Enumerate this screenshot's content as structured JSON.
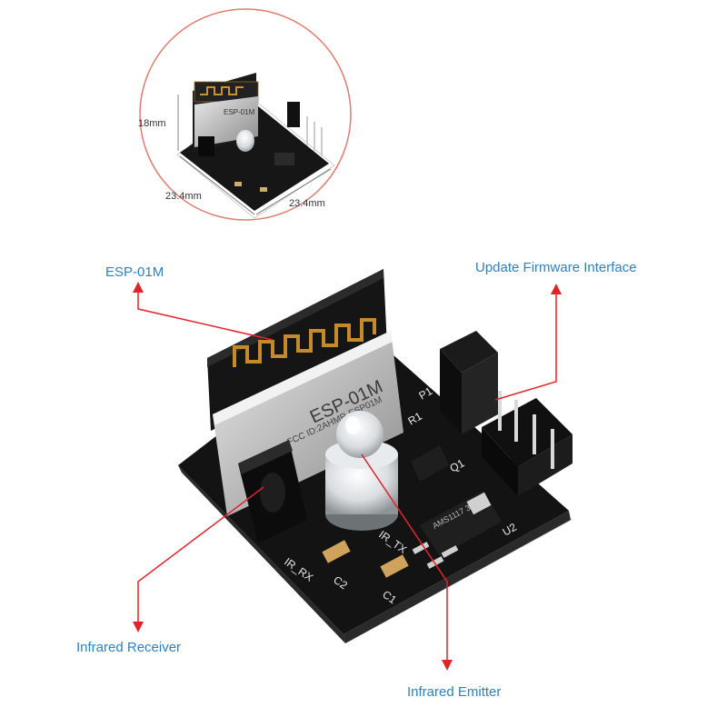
{
  "inset": {
    "dimensions": {
      "height": "18mm",
      "width_left": "23.4mm",
      "width_right": "23.4mm"
    }
  },
  "callouts": {
    "esp": "ESP-01M",
    "firmware": "Update Firmware Interface",
    "receiver": "Infrared Receiver",
    "emitter": "Infrared Emitter"
  },
  "board": {
    "module_title": "ESP-01M",
    "module_id": "FCC ID:2AHMR-ESP01M",
    "regulator": "AMS1117 3.3",
    "silkscreen": {
      "ir_rx": "IR_RX",
      "ir_tx": "IR_TX",
      "c1": "C1",
      "c2": "C2",
      "u2": "U2",
      "q1": "Q1",
      "r1": "R1",
      "p1": "P1"
    }
  },
  "colors": {
    "callout_text": "#2f7fc1",
    "arrow": "#e0242a",
    "pcb": "#141414",
    "inset_ring": "#e07c6f"
  }
}
